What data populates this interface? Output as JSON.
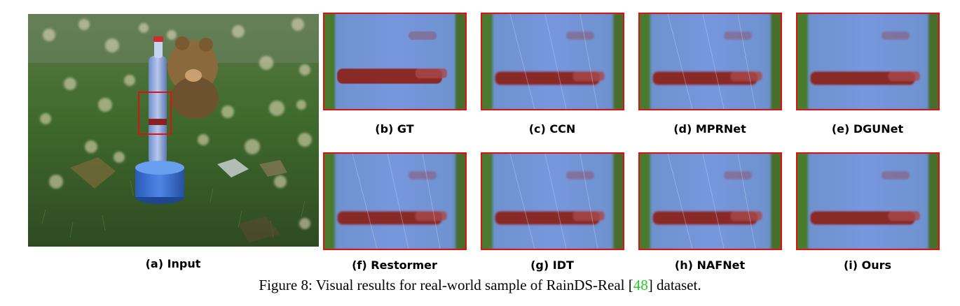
{
  "figure": {
    "label": "Figure 8:",
    "caption_before": "Visual results for real-world sample of RainDS-Real [",
    "citation": "48",
    "caption_after": "] dataset."
  },
  "input": {
    "caption": "(a) Input"
  },
  "crops": [
    {
      "caption": "(b) GT",
      "style": "sharp"
    },
    {
      "caption": "(c) CCN",
      "style": "streaky"
    },
    {
      "caption": "(d) MPRNet",
      "style": "streaky"
    },
    {
      "caption": "(e) DGUNet",
      "style": "clean"
    },
    {
      "caption": "(f) Restormer",
      "style": "streaky"
    },
    {
      "caption": "(g) IDT",
      "style": "streaky"
    },
    {
      "caption": "(h) NAFNet",
      "style": "streaky"
    },
    {
      "caption": "(i) Ours",
      "style": "clean"
    }
  ],
  "colors": {
    "highlight_box": "#e01010",
    "citation": "#22cc22"
  }
}
